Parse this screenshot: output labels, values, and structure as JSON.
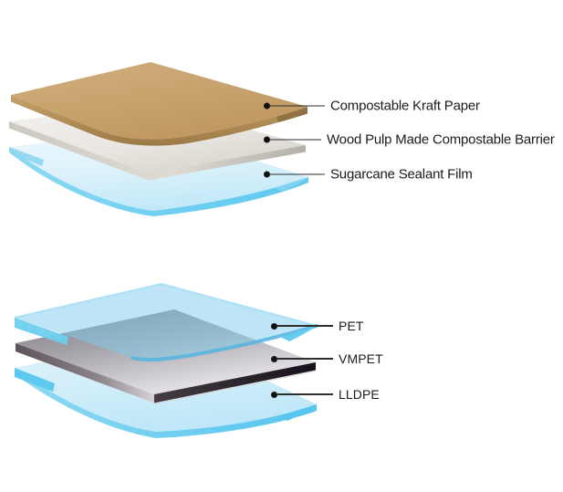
{
  "page": {
    "background_color": "#ffffff"
  },
  "diagram": {
    "top_stack": {
      "layers": [
        {
          "id": "kraft-paper",
          "label": "Compostable Kraft Paper",
          "face_color": "#c7a36d"
        },
        {
          "id": "wood-pulp-barrier",
          "label": "Wood Pulp Made Compostable Barrier",
          "face_color": "#ebe8e3"
        },
        {
          "id": "sugarcane-sealant-film",
          "label": "Sugarcane Sealant Film",
          "face_color": "#cdecf9"
        }
      ]
    },
    "bottom_stack": {
      "layers": [
        {
          "id": "pet-film",
          "label": "PET",
          "face_color": "#b8e3f6"
        },
        {
          "id": "vmpet-film",
          "label": "VMPET",
          "face_color": "#aaa8ae"
        },
        {
          "id": "lldpe-film",
          "label": "LLDPE",
          "face_color": "#c9eaf8"
        }
      ]
    },
    "callout_style": {
      "line_color": "#2e2e2e",
      "dot_color": "#111111",
      "text_color": "#1b1b1b"
    }
  }
}
